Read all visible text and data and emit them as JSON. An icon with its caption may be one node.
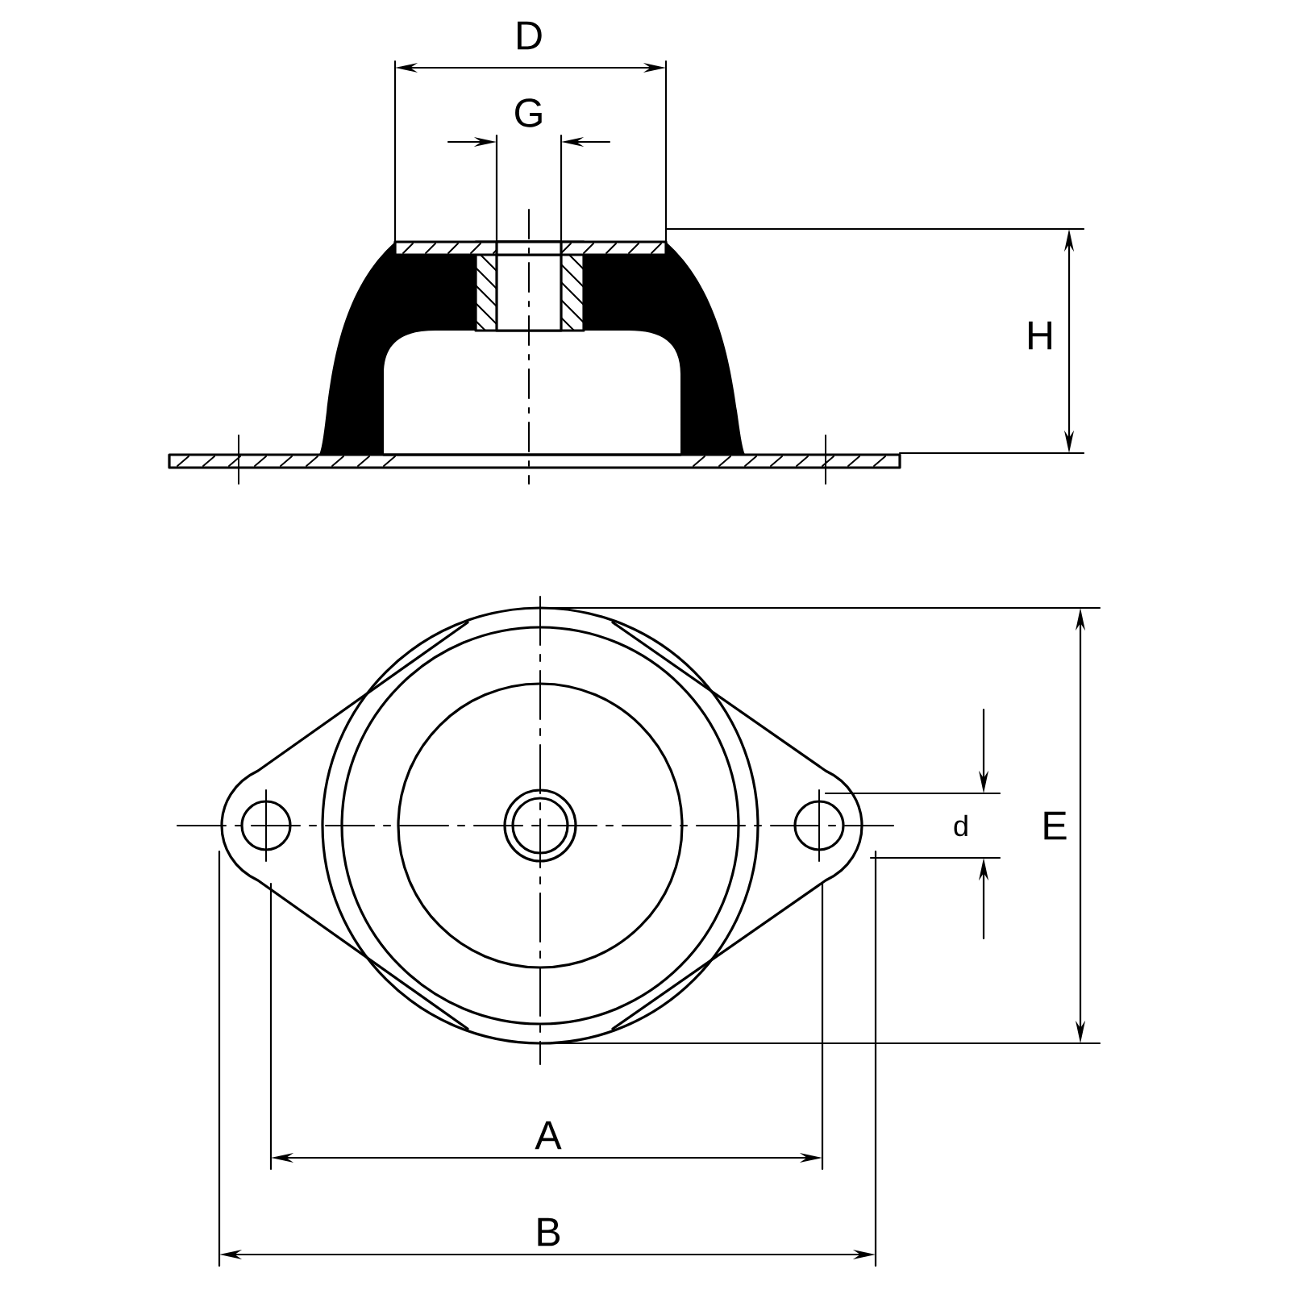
{
  "diagram": {
    "labels": [
      "D",
      "G",
      "H",
      "d",
      "E",
      "A",
      "B"
    ]
  }
}
